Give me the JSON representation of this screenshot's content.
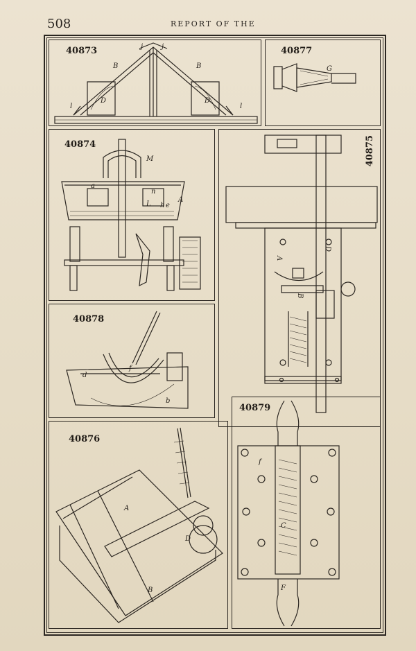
{
  "header": {
    "page_number": "508",
    "title": "REPORT OF THE"
  },
  "figures": [
    {
      "id": "40873",
      "letters": [
        "B",
        "B",
        "j",
        "j",
        "D",
        "D",
        "l",
        "l"
      ]
    },
    {
      "id": "40877",
      "letters": [
        "G"
      ]
    },
    {
      "id": "40874",
      "letters": [
        "M",
        "L",
        "A",
        "h",
        "e",
        "n",
        "a"
      ]
    },
    {
      "id": "40875",
      "letters": [
        "A",
        "D",
        "B"
      ]
    },
    {
      "id": "40878",
      "letters": [
        "f",
        "d",
        "b"
      ]
    },
    {
      "id": "40879",
      "letters": [
        "f",
        "F",
        "C"
      ]
    },
    {
      "id": "40876",
      "letters": [
        "A",
        "B",
        "D"
      ]
    }
  ]
}
